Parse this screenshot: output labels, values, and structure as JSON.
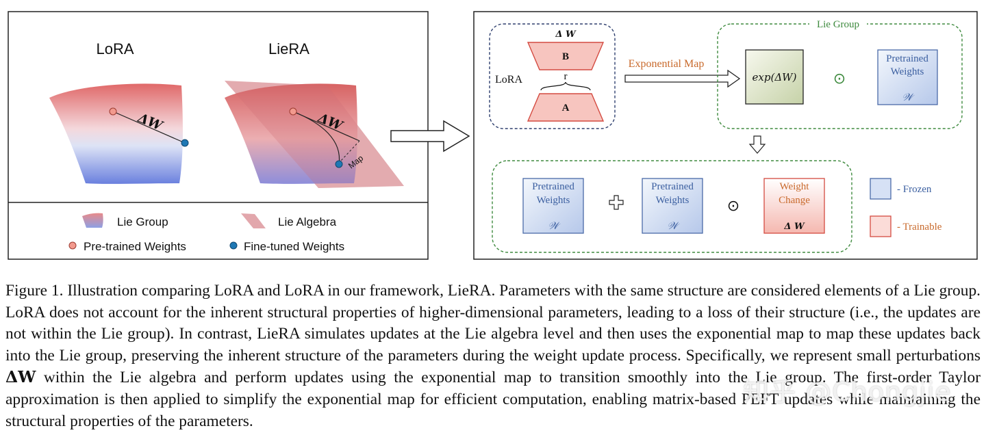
{
  "left_panel": {
    "lora_title": "LoRA",
    "liera_title": "LieRA",
    "delta_w": "ΔW",
    "map_label": "Map",
    "legend": {
      "lie_group": "Lie Group",
      "lie_algebra": "Lie Algebra",
      "pretrained": "Pre-trained Weights",
      "finetuned": "Fine-tuned Weights"
    },
    "colors": {
      "pretrained_dot": "#f29a8e",
      "finetuned_dot": "#1f78b4",
      "surface_top": "#e07070",
      "surface_bottom": "#7a8ee0"
    }
  },
  "right_panel": {
    "lora_box": {
      "delta_w": "Δ W",
      "b": "B",
      "r": "r",
      "a": "A",
      "label": "LoRA"
    },
    "exp_map_label": "Exponential Map",
    "lie_group_label": "Lie Group",
    "exp_box": "exp(ΔW)",
    "odot": "⊙",
    "pretrained_top": {
      "line1": "Pretrained",
      "line2": "Weights",
      "symbol": "𝒲"
    },
    "bottom": {
      "pretrained_1": {
        "line1": "Pretrained",
        "line2": "Weights",
        "symbol": "𝒲"
      },
      "plus": "✚",
      "pretrained_2": {
        "line1": "Pretrained",
        "line2": "Weights",
        "symbol": "𝒲"
      },
      "odot": "⊙",
      "weight_change": {
        "line1": "Weight",
        "line2": "Change",
        "symbol": "Δ W"
      }
    },
    "legend": {
      "frozen": "- Frozen",
      "trainable": "- Trainable"
    },
    "colors": {
      "orange": "#c8692b",
      "green_dash": "#3e8a3e",
      "navy_dash": "#2e3f6e",
      "blue_text": "#3b5fa0"
    }
  },
  "caption": {
    "part1": "Figure 1. Illustration comparing LoRA and LoRA in our framework, LieRA. Parameters with the same structure are considered elements of a Lie group. LoRA does not account for the inherent structural properties of higher-dimensional parameters, leading to a loss of their structure (i.e., the updates are not within the Lie group). In contrast, LieRA simulates updates at the Lie algebra level and then uses the exponential map to map these updates back into the Lie group, preserving the inherent structure of the parameters during the weight update process. Specifically, we represent small perturbations ",
    "delta": "ΔW",
    "part2": " within the Lie algebra and perform updates using the exponential map to transition smoothly into the Lie group. The first-order Taylor approximation is then applied to simplify the exponential map for efficient computation, enabling matrix-based PEFT updates while maintaining the structural properties of the parameters."
  },
  "watermark": "知乎 @Chongjie"
}
